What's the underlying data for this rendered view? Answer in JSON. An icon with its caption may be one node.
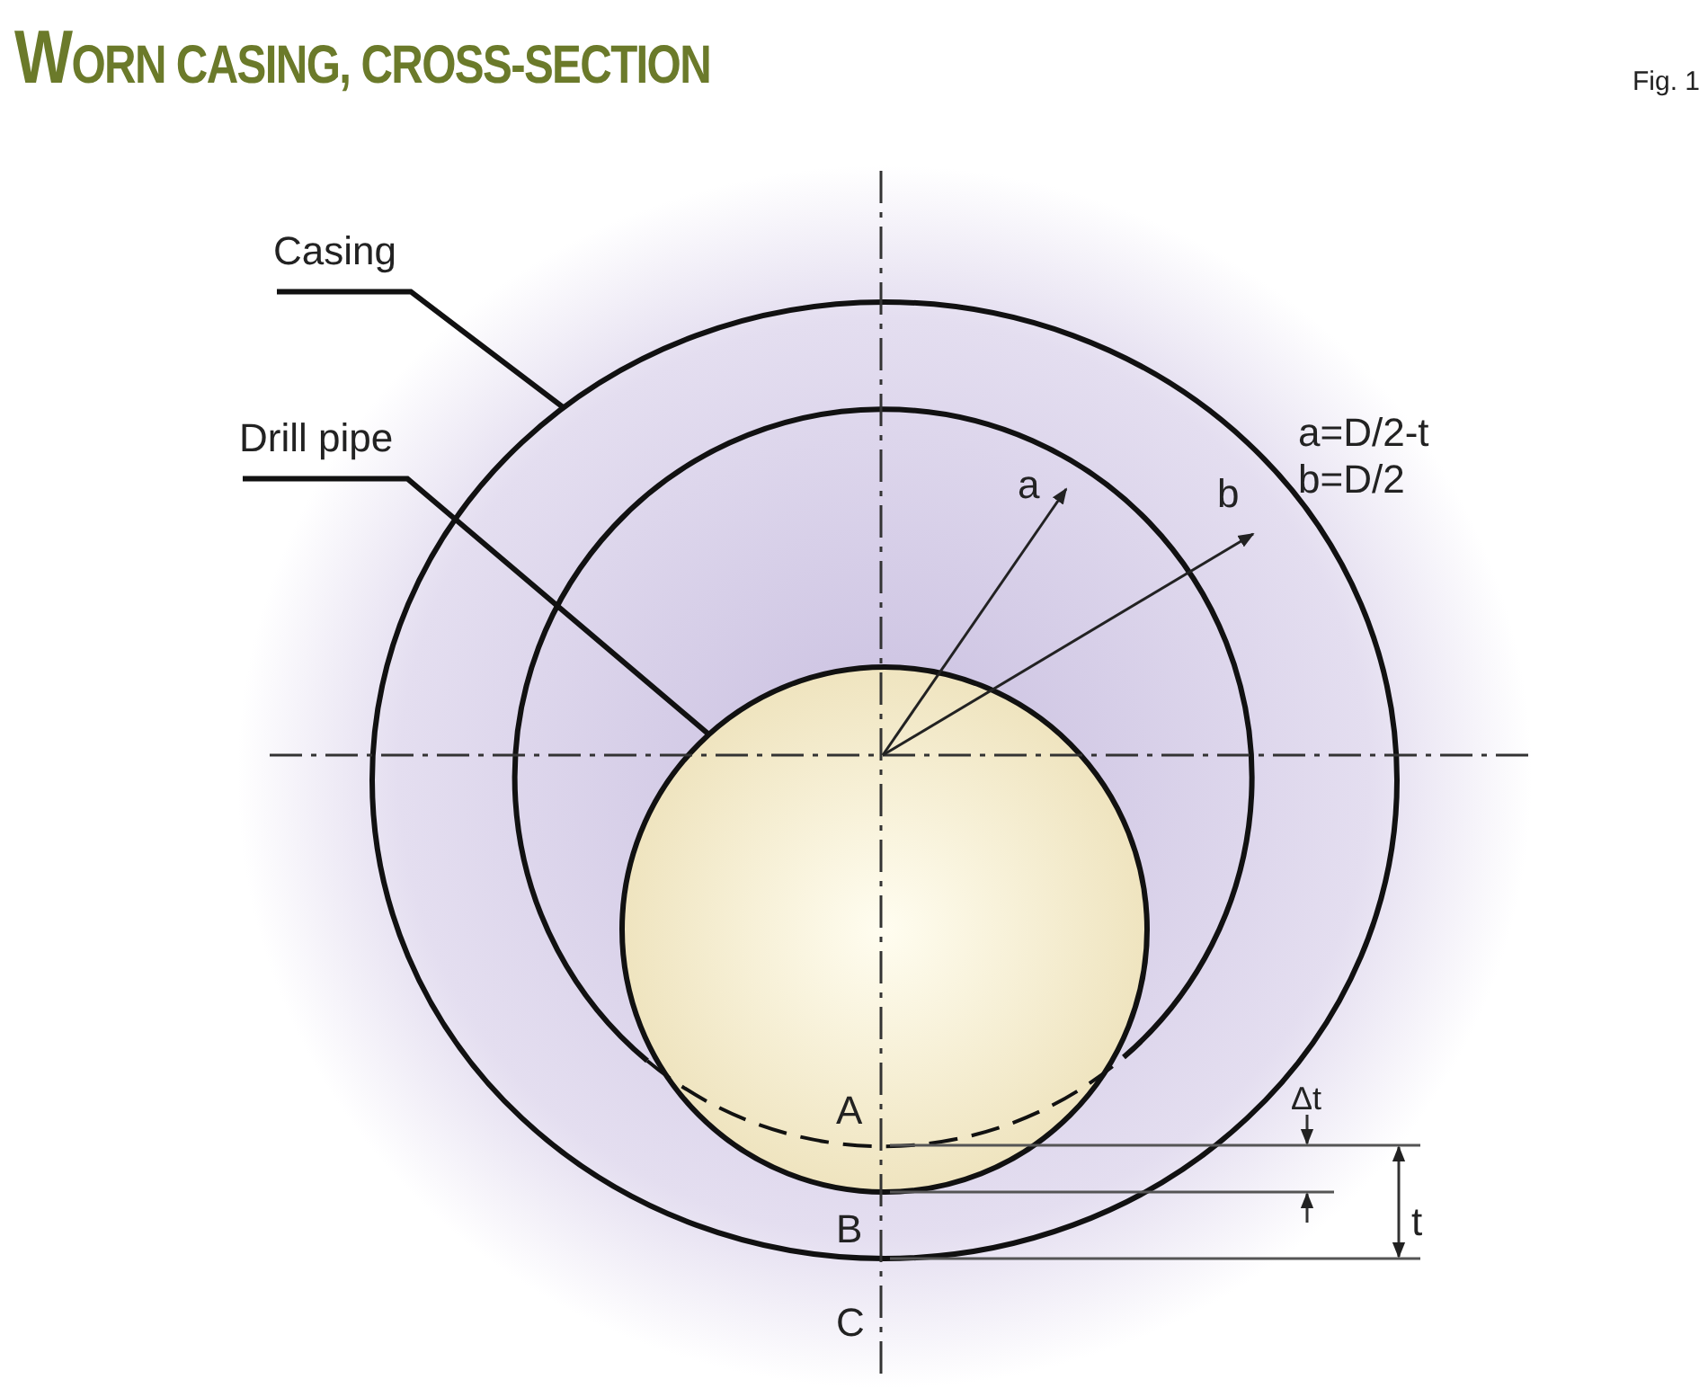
{
  "diagram": {
    "title": "WORN CASING, CROSS-SECTION",
    "nodes": [
      {
        "text": [
          "Casing"
        ]
      },
      {
        "text": [
          "Drill pipe"
        ]
      },
      {
        "text": [],
        "shape": "circle"
      },
      {
        "text": [],
        "shape": "circle",
        "in": 2
      }
    ],
    "edges": [
      {
        "from": 0,
        "to": 2,
        "arrow": "none"
      },
      {
        "from": 1,
        "to": 3,
        "arrow": "none"
      }
    ],
    "labels": [
      "Fig. 1",
      "a=D/2-t",
      "b=D/2",
      "a",
      "b",
      "Δt",
      "A",
      "t",
      "B",
      "C"
    ]
  }
}
